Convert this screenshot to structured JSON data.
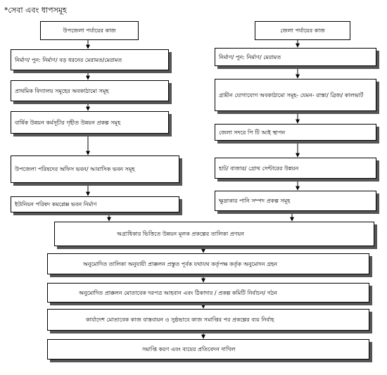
{
  "title": "*সেবা এবং ধাপসমূহ",
  "left_column": {
    "header": "উপজেলা পর্যায়ের কাজ",
    "items": [
      "নির্মাণ/ পুন: নির্মাণ/ বড় ধরনের মেরামত/মেরামত",
      "প্রাথমিক বিদ্যালয় সমূহের অবকাঠামো সমূহ",
      "বার্ষিক উন্নয়ন কর্মসূচীর গৃহীত উন্নয়ন প্রকল্প সমূহ",
      "উপজেলা পরিষদের অফিস ভবন/ আবাসিক ভবন সমূহ",
      "ইউনিয়ন পরিষদ কমপ্লেক্স ভবন নির্মাণ"
    ]
  },
  "right_column": {
    "header": "জেলা পর্যায়ের কাজ",
    "items": [
      "নির্মাণ/ পুন: নির্মাণ/ মেরামত",
      "গ্রামীন যোগাযোগ অবকাঠামো সমূহ- যেমন- রাস্তা/ ব্রিজ/ কালভার্ট",
      "জেলা সদরে পি টি আই স্থাপন",
      "হাট/ বাজার/ গ্রোথ সেন্টারের উন্নয়ন",
      "ক্ষুদ্রাকার পানি সম্পদ প্রকল্প সমূহ"
    ]
  },
  "steps": [
    "অগ্রাধিকার ভিত্তিতে উন্নয়ন মূলক প্রকল্পের তালিকা প্রণয়ন",
    "অনুমোদিত তালিকা অনুযায়ী প্রাক্কলন প্রস্তুত পূর্বক যথাযথ কর্তৃপক্ষ কর্তৃক অনুমোদন গ্রহন",
    "অনুমোদিত প্রাক্কলন মোতাবেক দরপত্র আহবান এবং ঠিকাদার / প্রকল্প কমিটি নির্বাচন/ গঠন",
    "কার্যাদেশ মোতাবেক কাজ বাস্তবায়ন ও সুষ্ঠভাবে কাজ সমাপ্তির পর প্রকল্পের ব্যয় নির্বাহ",
    "সমাপ্তি করণ এবং ব্যয়ের প্রতিবেদন দাখিল"
  ]
}
